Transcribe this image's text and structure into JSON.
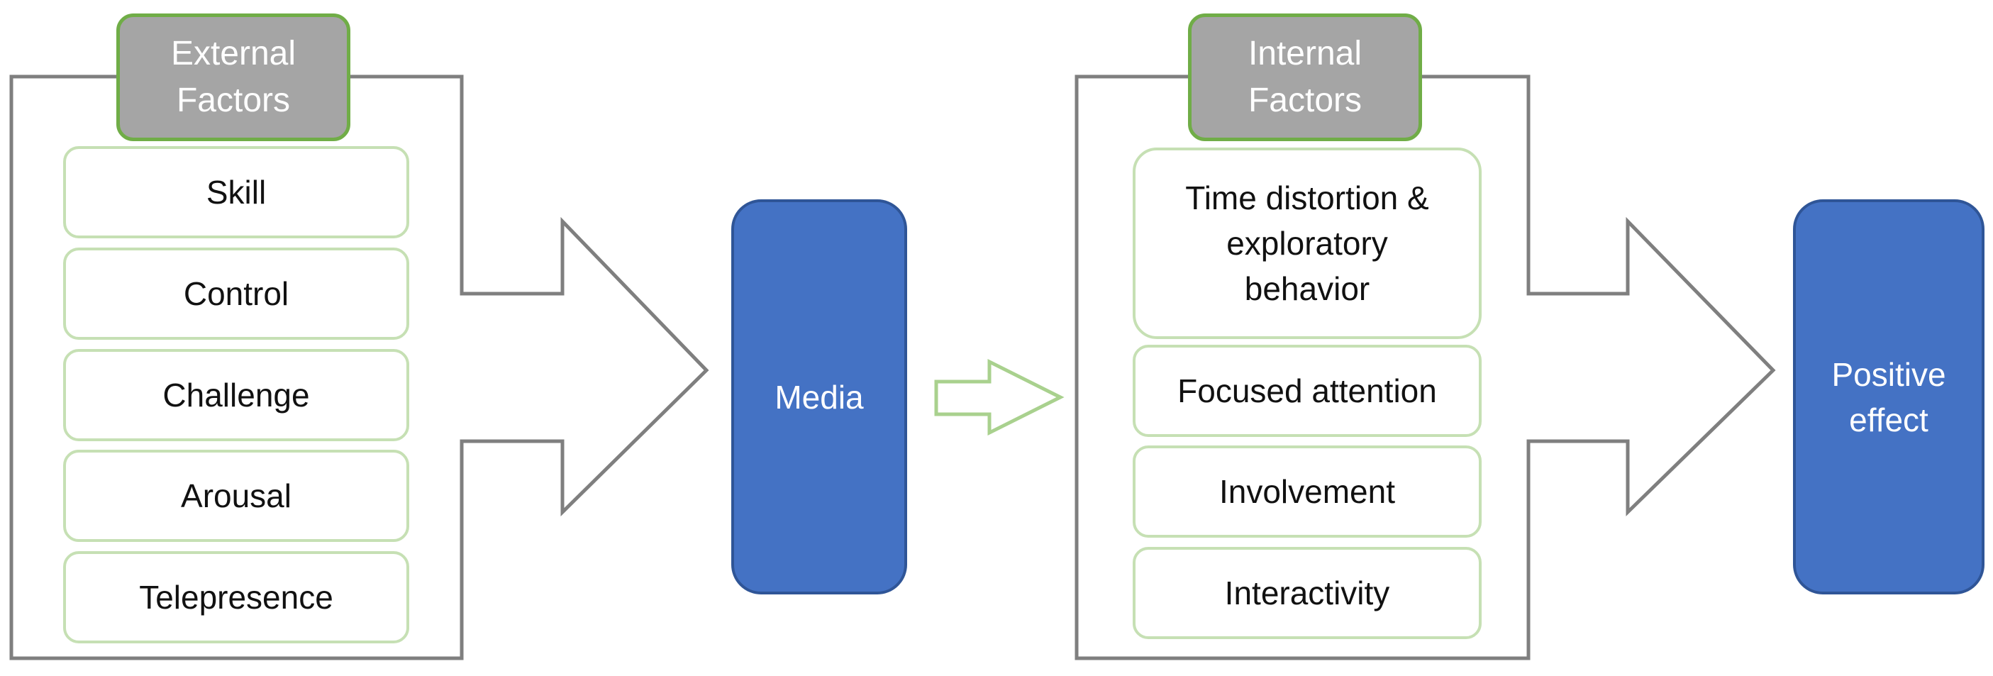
{
  "external": {
    "header": "External\nFactors",
    "items": [
      "Skill",
      "Control",
      "Challenge",
      "Arousal",
      "Telepresence"
    ]
  },
  "media": {
    "label": "Media"
  },
  "internal": {
    "header": "Internal\nFactors",
    "items": [
      "Time distortion &\nexploratory\nbehavior",
      "Focused attention",
      "Involvement",
      "Interactivity"
    ]
  },
  "outcome": {
    "label": "Positive\neffect"
  },
  "colors": {
    "header_fill": "#a5a5a5",
    "header_border": "#70ad47",
    "item_border": "#c6e0b4",
    "blue_fill": "#4472c4",
    "blue_border": "#2f5597",
    "arrow_outline": "#7f7f7f",
    "small_arrow_outline": "#a9d18e"
  }
}
